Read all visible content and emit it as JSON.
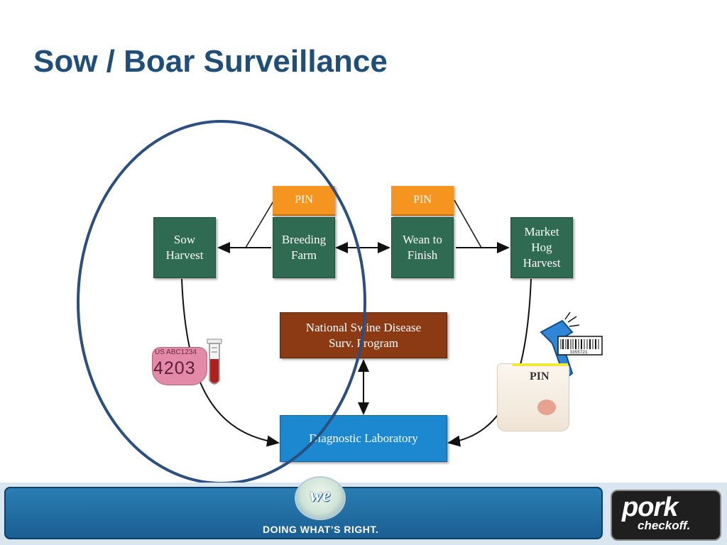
{
  "slide": {
    "title": "Sow / Boar Surveillance"
  },
  "diagram": {
    "nodes": {
      "sow_harvest": "Sow\nHarvest",
      "breeding_farm": "Breeding\nFarm",
      "wean_to_finish": "Wean to\nFinish",
      "market_hog_harvest": "Market\nHog\nHarvest",
      "pin_breeding": "PIN",
      "pin_wean": "PIN",
      "national_program": "National Swine Disease\nSurv. Program",
      "diagnostic_lab": "Diagnostic Laboratory"
    },
    "ear_tag": {
      "top_text": "US ABC1234",
      "number": "4203"
    },
    "sample_vial_label": "PIN",
    "barcode_number": "3355721",
    "colors": {
      "farm_box": "#2e6b52",
      "pin_box": "#f5941e",
      "program_box": "#8b3a14",
      "lab_box": "#1b88d0",
      "highlight_ellipse": "#2b4f80"
    }
  },
  "footer": {
    "tagline": "DOING WHAT’S RIGHT.",
    "we_care_logo_text": "we",
    "pork_logo_text": "pork",
    "checkoff_logo_text": "checkoff."
  }
}
